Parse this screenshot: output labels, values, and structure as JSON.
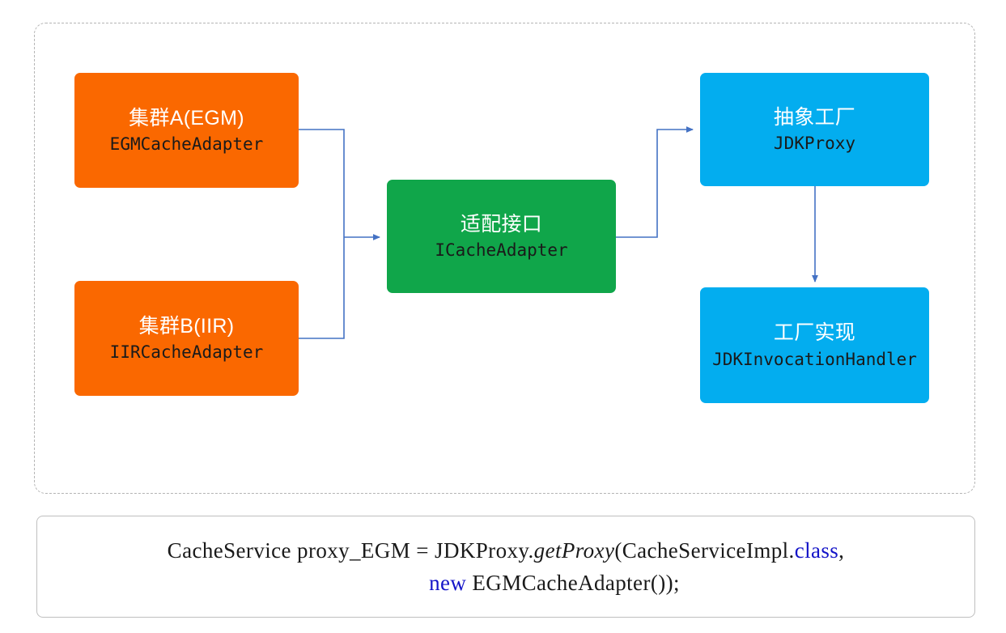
{
  "diagram": {
    "container": {
      "label": "adapter-proxy-architecture-group",
      "border_color": "#b4b4b4"
    },
    "nodes": [
      {
        "id": "cluster-a",
        "title": "集群A(EGM)",
        "subtitle": "EGMCacheAdapter",
        "color": "#FA6800"
      },
      {
        "id": "cluster-b",
        "title": "集群B(IIR)",
        "subtitle": "IIRCacheAdapter",
        "color": "#FA6800"
      },
      {
        "id": "adapter-interface",
        "title": "适配接口",
        "subtitle": "ICacheAdapter",
        "color": "#10A64A"
      },
      {
        "id": "abstract-factory",
        "title": "抽象工厂",
        "subtitle": "JDKProxy",
        "color": "#03ADEF"
      },
      {
        "id": "factory-implementation",
        "title": "工厂实现",
        "subtitle": "JDKInvocationHandler",
        "color": "#03ADEF"
      }
    ],
    "connectors": {
      "color": "#4472C4",
      "edges": [
        {
          "from": "cluster-a",
          "to": "adapter-interface"
        },
        {
          "from": "cluster-b",
          "to": "adapter-interface"
        },
        {
          "from": "adapter-interface",
          "to": "abstract-factory"
        },
        {
          "from": "abstract-factory",
          "to": "factory-implementation"
        }
      ]
    }
  },
  "code_block": {
    "keyword_color": "#1414c8",
    "line1": {
      "part1": "CacheService proxy_EGM = JDKProxy.",
      "method": "getProxy",
      "part2": "(CacheServiceImpl.",
      "keyword": "class",
      "part3": ","
    },
    "line2": {
      "keyword": "new",
      "rest": " EGMCacheAdapter());"
    }
  }
}
